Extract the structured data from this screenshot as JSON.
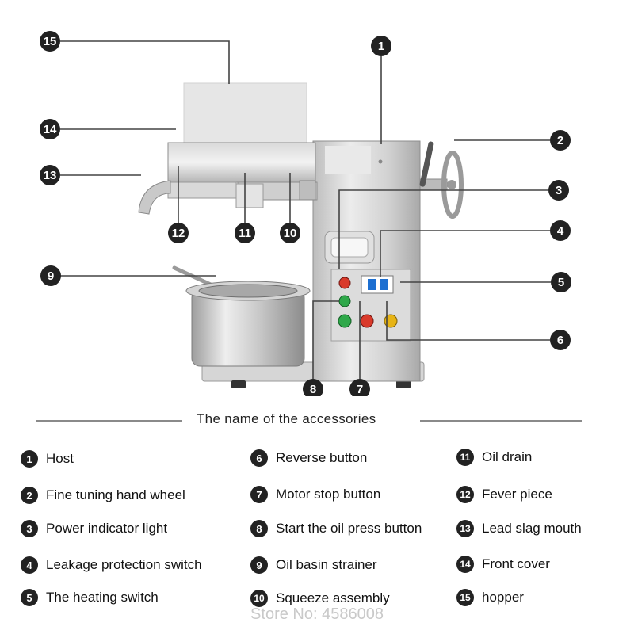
{
  "callout_labels": [
    "1",
    "2",
    "3",
    "4",
    "5",
    "6",
    "7",
    "8",
    "9",
    "10",
    "11",
    "12",
    "13",
    "14",
    "15"
  ],
  "section_title": "The name of the accessories",
  "legend": [
    {
      "num": "1",
      "text": "Host"
    },
    {
      "num": "2",
      "text": "Fine tuning hand wheel"
    },
    {
      "num": "3",
      "text": "Power indicator light"
    },
    {
      "num": "4",
      "text": "Leakage protection switch"
    },
    {
      "num": "5",
      "text": "The heating switch"
    },
    {
      "num": "6",
      "text": "Reverse button"
    },
    {
      "num": "7",
      "text": "Motor stop button"
    },
    {
      "num": "8",
      "text": "Start the oil press button"
    },
    {
      "num": "9",
      "text": "Oil basin strainer"
    },
    {
      "num": "10",
      "text": "Squeeze assembly"
    },
    {
      "num": "11",
      "text": "Oil drain"
    },
    {
      "num": "12",
      "text": "Fever piece"
    },
    {
      "num": "13",
      "text": "Lead slag mouth"
    },
    {
      "num": "14",
      "text": "Front cover"
    },
    {
      "num": "15",
      "text": "hopper"
    }
  ],
  "watermark": "Store No: 4586008",
  "colors": {
    "badge": "#222222",
    "leader_line": "#444444",
    "steel_light": "#e6e6e6",
    "steel_mid": "#c4c4c4",
    "steel_dark": "#8e8e8e",
    "button_red": "#d93a2b",
    "button_green": "#2fa84a",
    "button_yellow": "#e7b416",
    "watermark": "#c9c9c9"
  }
}
